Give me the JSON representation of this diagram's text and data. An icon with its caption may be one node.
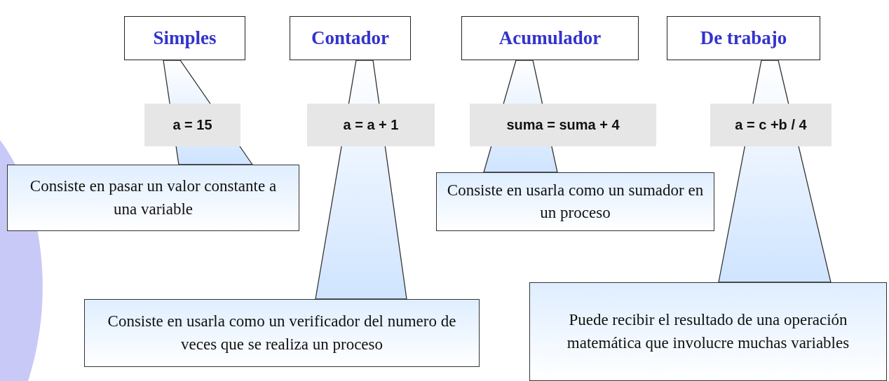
{
  "diagram": {
    "nodes": [
      {
        "text": [
          "Simples"
        ]
      },
      {
        "text": [
          "Contador"
        ]
      },
      {
        "text": [
          "Acumulador"
        ]
      },
      {
        "text": [
          "De trabajo"
        ]
      },
      {
        "text": [
          "a = 15"
        ]
      },
      {
        "text": [
          "a = a + 1"
        ]
      },
      {
        "text": [
          "suma = suma + 4"
        ]
      },
      {
        "text": [
          "a = c +b / 4"
        ]
      },
      {
        "text": [
          "Consiste en pasar un valor constante a una variable"
        ]
      },
      {
        "text": [
          "Consiste en usarla como un verificador del numero de veces que se realiza un proceso"
        ]
      },
      {
        "text": [
          "Consiste en usarla como un sumador en un proceso"
        ]
      },
      {
        "text": [
          "Puede recibir el resultado de una operación matemática que involucre muchas variables"
        ]
      }
    ],
    "edges": [
      {
        "from": 8,
        "to": 0,
        "arrow": "none"
      },
      {
        "from": 9,
        "to": 1,
        "arrow": "none"
      },
      {
        "from": 10,
        "to": 2,
        "arrow": "none"
      },
      {
        "from": 11,
        "to": 3,
        "arrow": "none"
      }
    ]
  }
}
